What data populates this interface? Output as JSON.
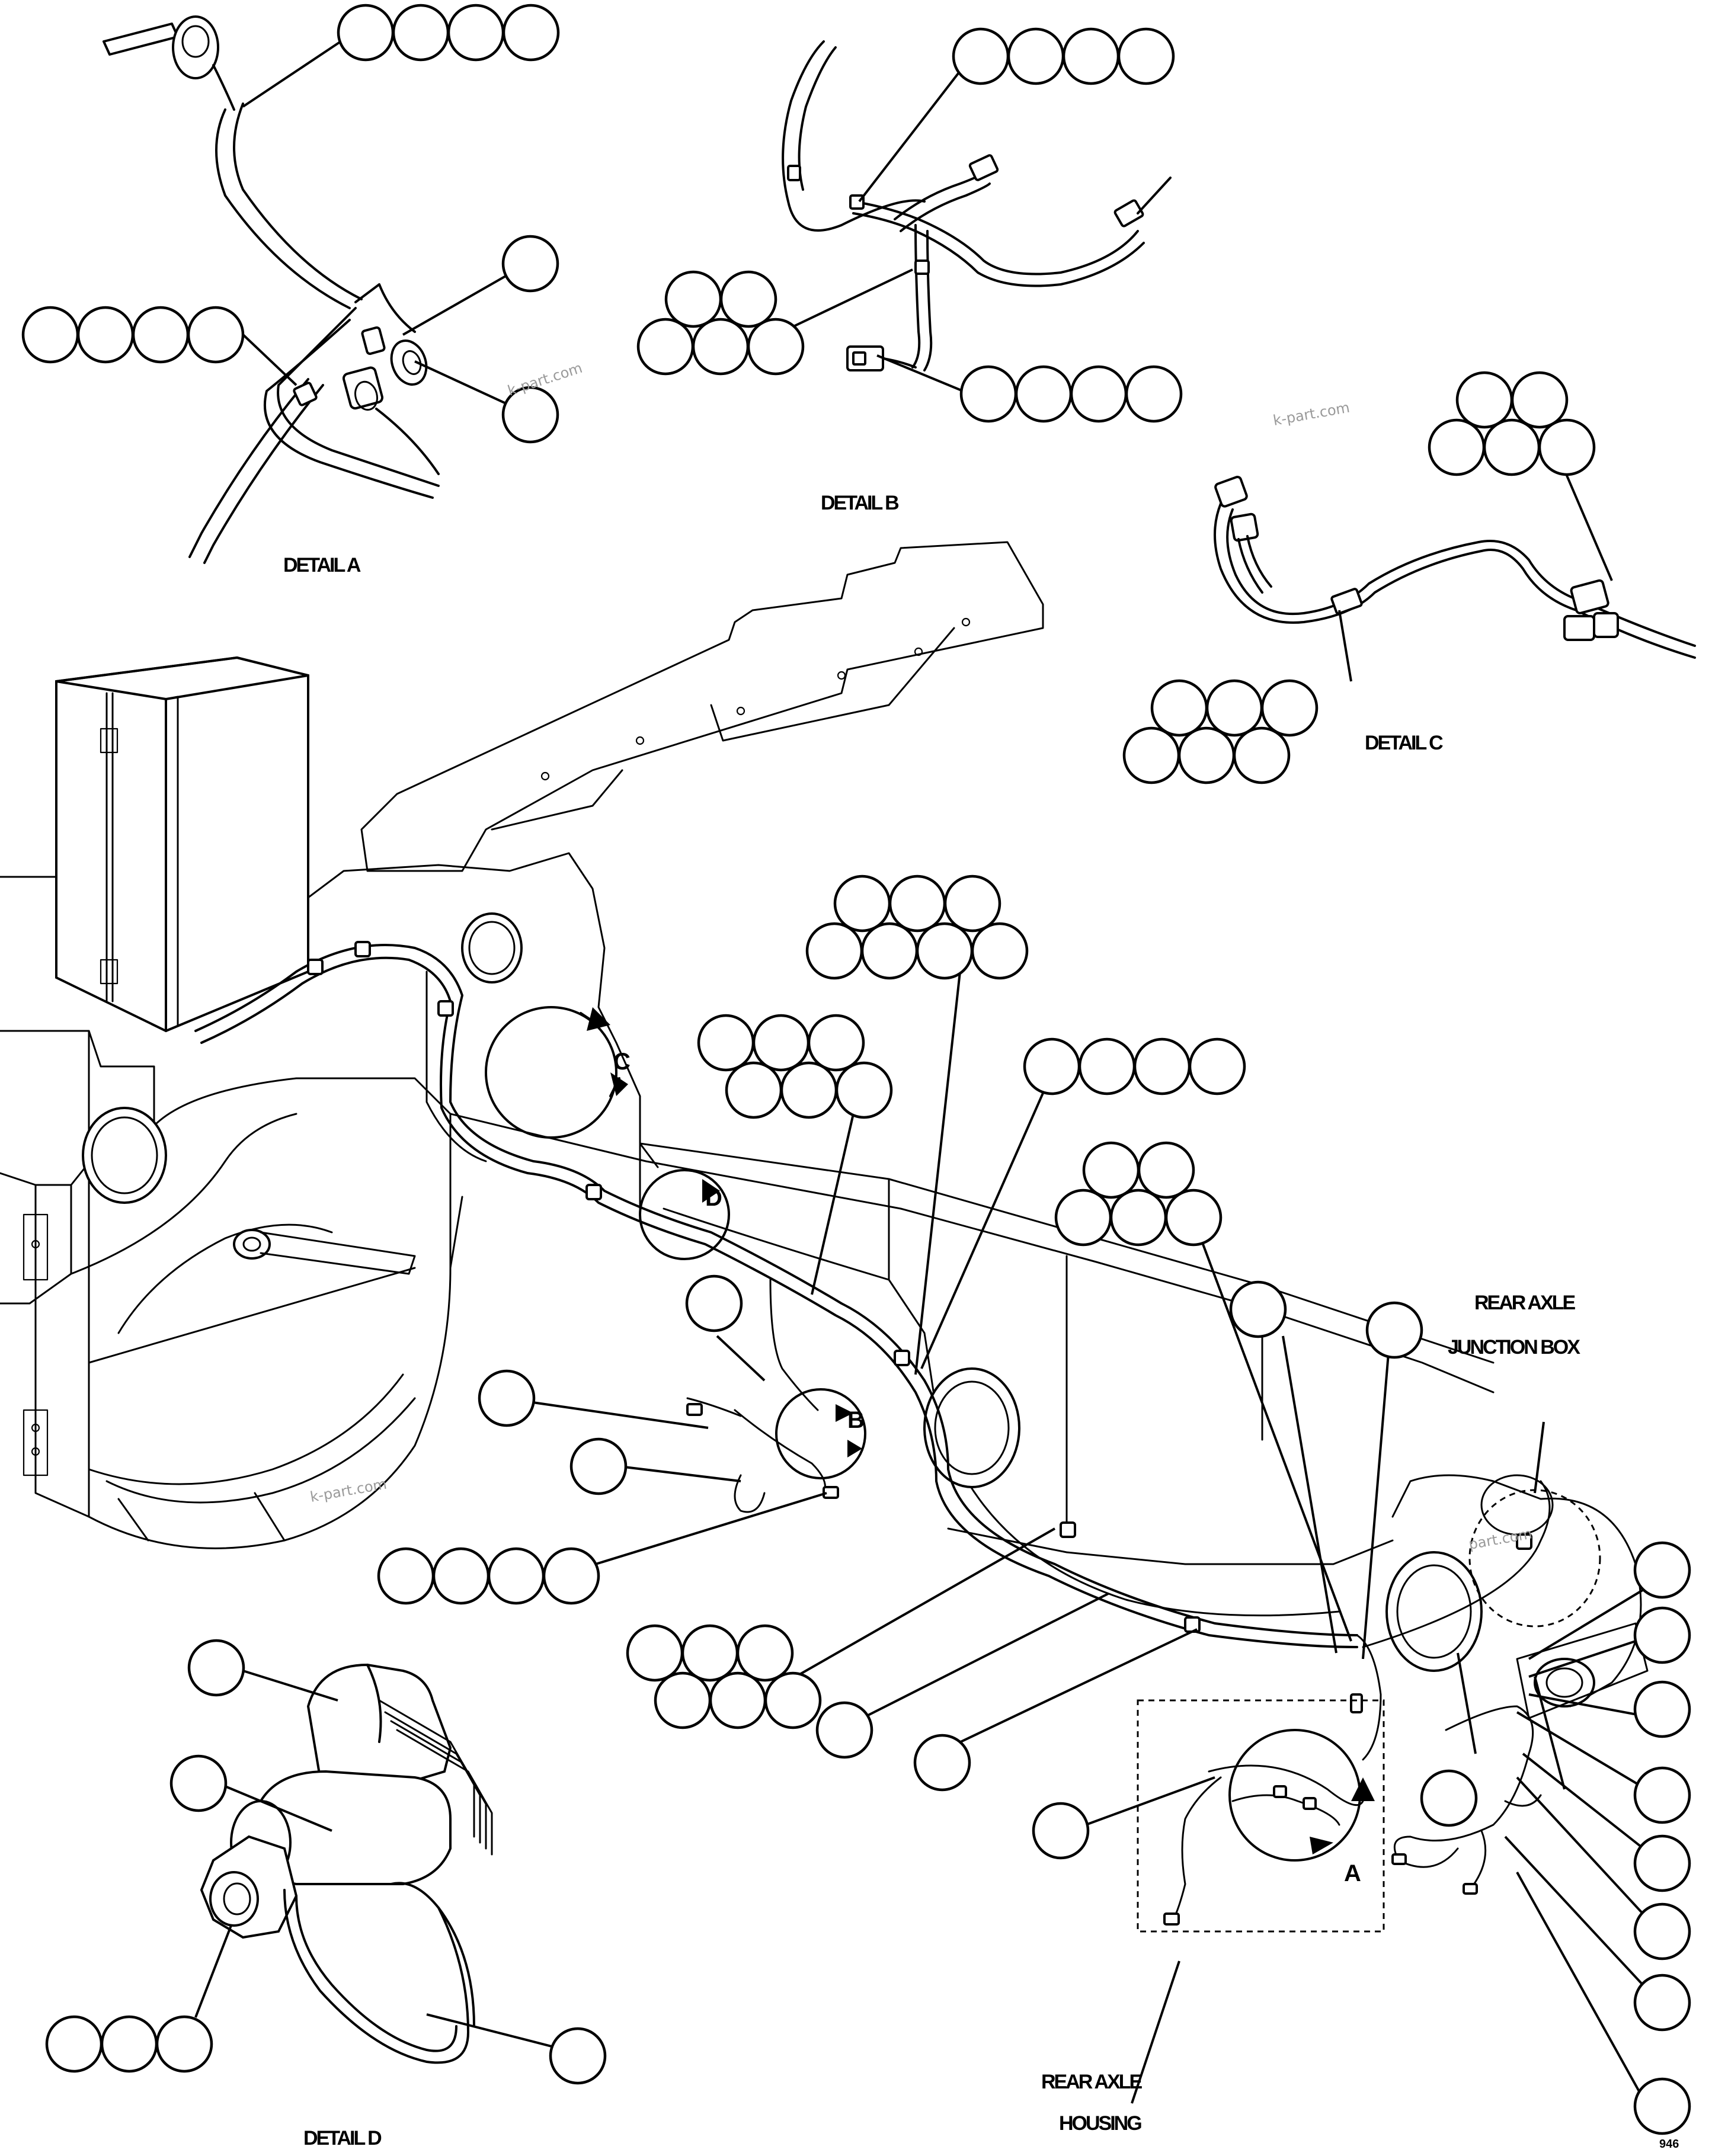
{
  "labels": {
    "detail_a": "DETAIL A",
    "detail_b": "DETAIL B",
    "detail_c": "DETAIL C",
    "detail_d": "DETAIL D",
    "rear_axle_junction_box_line1": "REAR AXLE",
    "rear_axle_junction_box_line2": "JUNCTION BOX",
    "rear_axle_housing_line1": "REAR AXLE",
    "rear_axle_housing_line2": "HOUSING",
    "view_a": "A",
    "view_b": "B",
    "view_c": "C",
    "view_d": "D",
    "sheet_ref": "946"
  },
  "watermarks": {
    "wm1": "k-part.com",
    "wm2": "k-part.com",
    "wm3": "k-part.com",
    "wm4": "part.com"
  }
}
